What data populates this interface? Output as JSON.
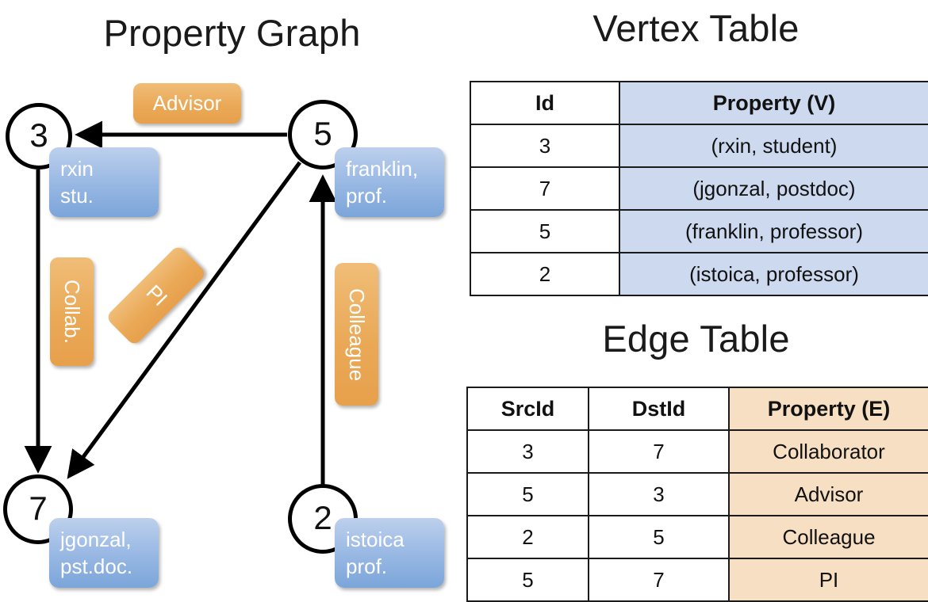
{
  "titles": {
    "property_graph": "Property Graph",
    "vertex_table": "Vertex Table",
    "edge_table": "Edge Table"
  },
  "graph": {
    "nodes": [
      {
        "id": "3",
        "label": "3",
        "property_line1": "rxin",
        "property_line2": "stu."
      },
      {
        "id": "5",
        "label": "5",
        "property_line1": "franklin,",
        "property_line2": "prof."
      },
      {
        "id": "7",
        "label": "7",
        "property_line1": "jgonzal,",
        "property_line2": "pst.doc."
      },
      {
        "id": "2",
        "label": "2",
        "property_line1": "istoica",
        "property_line2": "prof."
      }
    ],
    "edge_labels": [
      {
        "name": "advisor",
        "text": "Advisor",
        "orientation": "horizontal"
      },
      {
        "name": "collab",
        "text": "Collab.",
        "orientation": "vertical"
      },
      {
        "name": "pi",
        "text": "PI",
        "orientation": "diagonal"
      },
      {
        "name": "colleague",
        "text": "Colleague",
        "orientation": "vertical"
      }
    ]
  },
  "vertex_table": {
    "headers": [
      "Id",
      "Property (V)"
    ],
    "rows": [
      {
        "id": "3",
        "property": "(rxin, student)"
      },
      {
        "id": "7",
        "property": "(jgonzal, postdoc)"
      },
      {
        "id": "5",
        "property": "(franklin, professor)"
      },
      {
        "id": "2",
        "property": "(istoica, professor)"
      }
    ]
  },
  "edge_table": {
    "headers": [
      "SrcId",
      "DstId",
      "Property (E)"
    ],
    "rows": [
      {
        "src": "3",
        "dst": "7",
        "property": "Collaborator"
      },
      {
        "src": "5",
        "dst": "3",
        "property": "Advisor"
      },
      {
        "src": "2",
        "dst": "5",
        "property": "Colleague"
      },
      {
        "src": "5",
        "dst": "7",
        "property": "PI"
      }
    ]
  },
  "colors": {
    "vertex_box": "#9dbbe5",
    "edge_box": "#eaa957",
    "vertex_table_fill": "#ccd9ef",
    "edge_table_fill": "#f7dfc3",
    "stroke": "#000000"
  }
}
